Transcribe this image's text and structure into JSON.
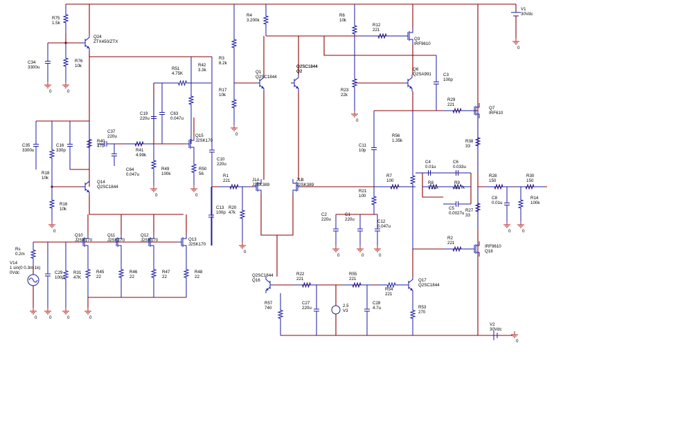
{
  "diagram": {
    "components": [
      {
        "id": "R75",
        "labels": [
          "R75",
          "1.5k"
        ]
      },
      {
        "id": "Q24",
        "labels": [
          "Q24",
          "ZTX450/ZTX"
        ]
      },
      {
        "id": "C34",
        "labels": [
          "C34",
          "3300u"
        ]
      },
      {
        "id": "R76",
        "labels": [
          "R76",
          "10k"
        ]
      },
      {
        "id": "R51",
        "labels": [
          "R51",
          "4.75K"
        ]
      },
      {
        "id": "R42",
        "labels": [
          "R42",
          "3.3k"
        ]
      },
      {
        "id": "C19",
        "labels": [
          "C19",
          "220u"
        ]
      },
      {
        "id": "C63",
        "labels": [
          "C63",
          "0.047u"
        ]
      },
      {
        "id": "Q15",
        "labels": [
          "Q15",
          "J2SK170"
        ]
      },
      {
        "id": "C37",
        "labels": [
          "C37",
          "220u"
        ]
      },
      {
        "id": "C35",
        "labels": [
          "C35",
          "3300u"
        ]
      },
      {
        "id": "C16",
        "labels": [
          "C16",
          "330p"
        ]
      },
      {
        "id": "R40",
        "labels": [
          "R40",
          "470"
        ]
      },
      {
        "id": "R41",
        "labels": [
          "R41",
          "4.99k"
        ]
      },
      {
        "id": "C64",
        "labels": [
          "C64",
          "0.047u"
        ]
      },
      {
        "id": "R49",
        "labels": [
          "R49",
          "100k"
        ]
      },
      {
        "id": "R50",
        "labels": [
          "R50",
          "56"
        ]
      },
      {
        "id": "C10",
        "labels": [
          "C10",
          "220u"
        ]
      },
      {
        "id": "R18",
        "labels": [
          "R18",
          "10k"
        ]
      },
      {
        "id": "Q14",
        "labels": [
          "Q14",
          "Q2SC1844"
        ]
      },
      {
        "id": "R16",
        "labels": [
          "R16",
          "10k"
        ]
      },
      {
        "id": "R4",
        "labels": [
          "R4",
          "3.200k"
        ]
      },
      {
        "id": "R3",
        "labels": [
          "R3",
          "8.2k"
        ]
      },
      {
        "id": "Q1",
        "labels": [
          "Q1",
          "Q2SC1844"
        ]
      },
      {
        "id": "Q2",
        "labels": [
          "Q2SC1844",
          "Q2"
        ]
      },
      {
        "id": "R17",
        "labels": [
          "R17",
          "10k"
        ]
      },
      {
        "id": "R1",
        "labels": [
          "R1",
          "221"
        ]
      },
      {
        "id": "J1A",
        "labels": [
          "J1A",
          "J2SK389"
        ]
      },
      {
        "id": "J1B",
        "labels": [
          "J1B",
          "J2SK389"
        ]
      },
      {
        "id": "C13",
        "labels": [
          "C13",
          "100p"
        ]
      },
      {
        "id": "R20",
        "labels": [
          "R20",
          "47k"
        ]
      },
      {
        "id": "R6",
        "labels": [
          "R6",
          "10k"
        ]
      },
      {
        "id": "R12",
        "labels": [
          "R12",
          "221"
        ]
      },
      {
        "id": "Q3",
        "labels": [
          "Q3",
          "IRF9610"
        ]
      },
      {
        "id": "Q6",
        "labels": [
          "Q6",
          "Q2SA991"
        ]
      },
      {
        "id": "C3",
        "labels": [
          "C3",
          "100p"
        ]
      },
      {
        "id": "R23",
        "labels": [
          "R23",
          "22k"
        ]
      },
      {
        "id": "R29",
        "labels": [
          "R29",
          "221"
        ]
      },
      {
        "id": "Q7",
        "labels": [
          "Q7",
          "IRF610"
        ]
      },
      {
        "id": "R56",
        "labels": [
          "R56",
          "1.35k"
        ]
      },
      {
        "id": "R38",
        "labels": [
          "R38",
          "33"
        ]
      },
      {
        "id": "C11",
        "labels": [
          "C11",
          "10p"
        ]
      },
      {
        "id": "R7",
        "labels": [
          "R7",
          "100"
        ]
      },
      {
        "id": "C4",
        "labels": [
          "C4",
          "0.01u"
        ]
      },
      {
        "id": "C6",
        "labels": [
          "C6",
          "0.033u"
        ]
      },
      {
        "id": "R8",
        "labels": [
          "R8",
          "7.32k"
        ]
      },
      {
        "id": "R9",
        "labels": [
          "R9",
          "88.7k"
        ]
      },
      {
        "id": "C5",
        "labels": [
          "C5",
          "0.0027u"
        ]
      },
      {
        "id": "R28",
        "labels": [
          "R28",
          "150"
        ]
      },
      {
        "id": "R30",
        "labels": [
          "R30",
          "150"
        ]
      },
      {
        "id": "C8",
        "labels": [
          "C8",
          "0.01u"
        ]
      },
      {
        "id": "R14",
        "labels": [
          "R14",
          "100k"
        ]
      },
      {
        "id": "R27",
        "labels": [
          "R27",
          "33"
        ]
      },
      {
        "id": "R21",
        "labels": [
          "R21",
          "100"
        ]
      },
      {
        "id": "C2",
        "labels": [
          "C2",
          "220u"
        ]
      },
      {
        "id": "C1",
        "labels": [
          "C1",
          "220u"
        ]
      },
      {
        "id": "C12",
        "labels": [
          "C12",
          "0.047u"
        ]
      },
      {
        "id": "R2",
        "labels": [
          "R2",
          "221"
        ]
      },
      {
        "id": "Q18",
        "labels": [
          "IRF9610",
          "Q18"
        ]
      },
      {
        "id": "V1",
        "labels": [
          "V1",
          "30Vdc"
        ]
      },
      {
        "id": "V2",
        "labels": [
          "V2",
          "30Vdc"
        ]
      },
      {
        "id": "Q10",
        "labels": [
          "Q10",
          "J2SK170"
        ]
      },
      {
        "id": "Q11",
        "labels": [
          "Q11",
          "J2SK170"
        ]
      },
      {
        "id": "Q12",
        "labels": [
          "Q12",
          "J2SK170"
        ]
      },
      {
        "id": "Q13",
        "labels": [
          "Q13",
          "J2SK170"
        ]
      },
      {
        "id": "Rs",
        "labels": [
          "Rs",
          "0.2m"
        ]
      },
      {
        "id": "V14",
        "labels": [
          "V14",
          "1 sin(0 0.3m 1k)",
          "0Vdc"
        ]
      },
      {
        "id": "C29",
        "labels": [
          "C29",
          "100p"
        ]
      },
      {
        "id": "R31",
        "labels": [
          "R31",
          "47K"
        ]
      },
      {
        "id": "R45",
        "labels": [
          "R45",
          "22"
        ]
      },
      {
        "id": "R46",
        "labels": [
          "R46",
          "22"
        ]
      },
      {
        "id": "R47",
        "labels": [
          "R47",
          "22"
        ]
      },
      {
        "id": "R48",
        "labels": [
          "R48",
          "22"
        ]
      },
      {
        "id": "Q16",
        "labels": [
          "Q2SC1844",
          "Q16"
        ]
      },
      {
        "id": "R22",
        "labels": [
          "R22",
          "221"
        ]
      },
      {
        "id": "R55",
        "labels": [
          "R55",
          "221"
        ]
      },
      {
        "id": "R54",
        "labels": [
          "R54",
          "221"
        ]
      },
      {
        "id": "Q17",
        "labels": [
          "Q17",
          "Q2SC1844"
        ]
      },
      {
        "id": "R57",
        "labels": [
          "R57",
          "740"
        ]
      },
      {
        "id": "C27",
        "labels": [
          "C27",
          "220u"
        ]
      },
      {
        "id": "V3",
        "labels": [
          "2.5",
          "V3"
        ]
      },
      {
        "id": "C28",
        "labels": [
          "C28",
          "4.7u"
        ]
      },
      {
        "id": "R53",
        "labels": [
          "R53",
          "270"
        ]
      }
    ],
    "ground_label": "0"
  }
}
